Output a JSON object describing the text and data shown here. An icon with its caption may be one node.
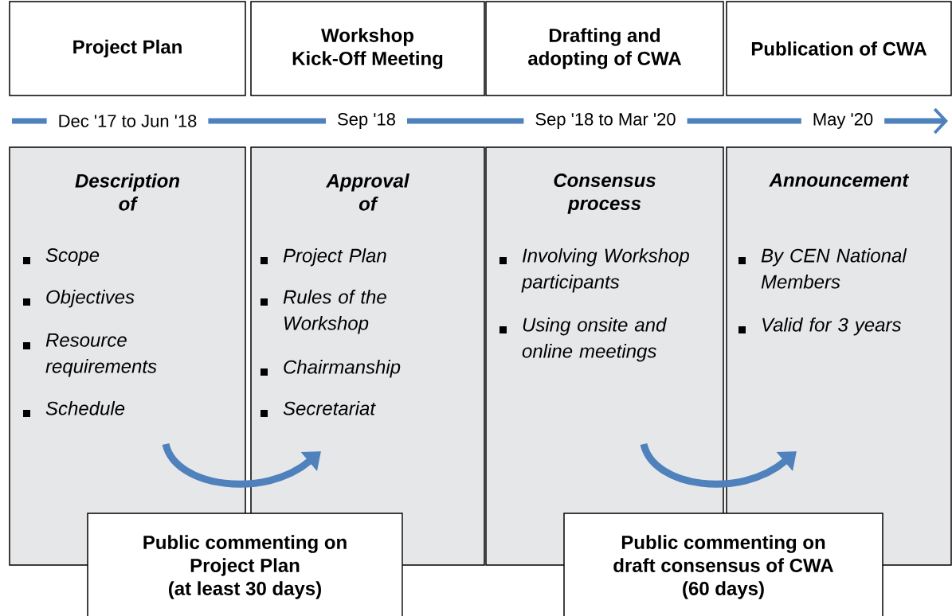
{
  "diagram": {
    "nodes": [
      {
        "text": [
          "Project Plan"
        ]
      },
      {
        "text": [
          "Workshop Kick-Off Meeting"
        ]
      },
      {
        "text": [
          "Drafting and adopting of CWA"
        ]
      },
      {
        "text": [
          "Publication of CWA"
        ]
      },
      {
        "text": [
          "Description of",
          "Scope",
          "Objectives",
          "Resource requirements",
          "Schedule"
        ]
      },
      {
        "text": [
          "Approval of",
          "Project Plan",
          "Rules of the Workshop",
          "Chairmanship",
          "Secretariat"
        ]
      },
      {
        "text": [
          "Consensus process",
          "Involving Workshop participants",
          "Using onsite and online meetings"
        ]
      },
      {
        "text": [
          "Announcement",
          "By CEN National Members",
          "Valid for 3 years"
        ]
      },
      {
        "text": [
          "Public commenting on Project Plan",
          "(at least 30 days)"
        ]
      },
      {
        "text": [
          "Public commenting on draft consensus of CWA",
          "(60 days)"
        ]
      }
    ],
    "edges": [
      {
        "from": 4,
        "to": 5,
        "arrow": "to"
      },
      {
        "from": 6,
        "to": 7,
        "arrow": "to"
      }
    ],
    "labels": [
      "Dec '17 to Jun '18",
      "Sep '18",
      "Sep '18 to Mar '20",
      "May '20"
    ]
  }
}
